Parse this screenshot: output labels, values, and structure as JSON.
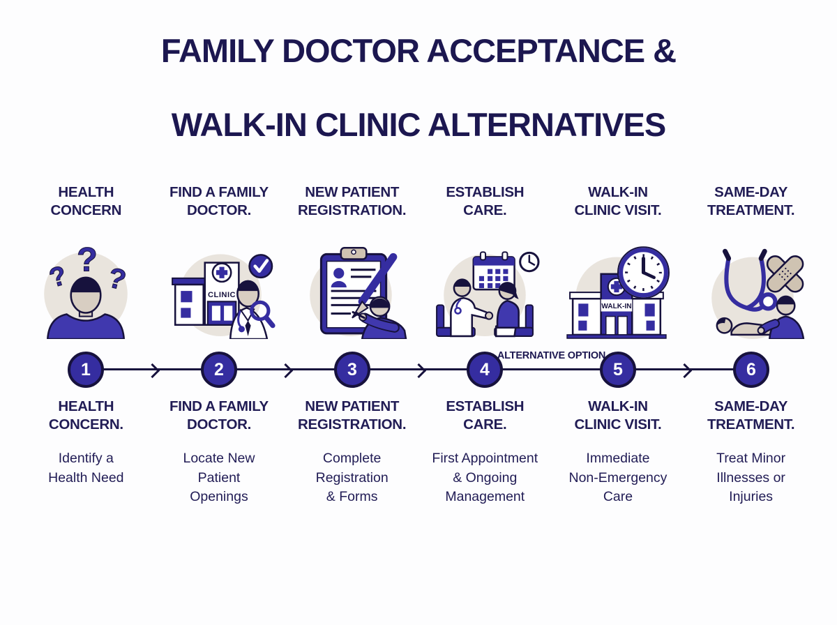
{
  "title": {
    "line1": "FAMILY DOCTOR ACCEPTANCE &",
    "line2": "WALK-IN CLINIC ALTERNATIVES"
  },
  "timeline": {
    "alternative_option_label": "ALTERNATIVE OPTION"
  },
  "steps": [
    {
      "number": "1",
      "icon": "confused-person",
      "top_label": "HEALTH\nCONCERN",
      "bottom_label": "HEALTH\nCONCERN.",
      "description": "Identify a\nHealth Need"
    },
    {
      "number": "2",
      "icon": "clinic-doctor-search",
      "icon_text": "CLINIC",
      "top_label": "FIND A FAMILY\nDOCTOR.",
      "bottom_label": "FIND A FAMILY\nDOCTOR.",
      "description": "Locate New\nPatient\nOpenings"
    },
    {
      "number": "3",
      "icon": "registration-clipboard",
      "top_label": "NEW PATIENT\nREGISTRATION.",
      "bottom_label": "NEW PATIENT\nREGISTRATION.",
      "description": "Complete\nRegistration\n& Forms"
    },
    {
      "number": "4",
      "icon": "doctor-patient-appointment",
      "top_label": "ESTABLISH\nCARE.",
      "bottom_label": "ESTABLISH\nCARE.",
      "description": "First Appointment\n& Ongoing\nManagement"
    },
    {
      "number": "5",
      "icon": "walk-in-clinic-clock",
      "icon_text": "WALK-IN",
      "top_label": "WALK-IN\nCLINIC VISIT.",
      "bottom_label": "WALK-IN\nCLINIC VISIT.",
      "description": "Immediate\nNon-Emergency\nCare"
    },
    {
      "number": "6",
      "icon": "same-day-treatment",
      "top_label": "SAME-DAY\nTREATMENT.",
      "bottom_label": "SAME-DAY\nTREATMENT.",
      "description": "Treat Minor\nIllnesses or\nInjuries"
    }
  ],
  "colors": {
    "navy": "#17123d",
    "text_navy": "#211c55",
    "indigo": "#352da0",
    "shirt_blue": "#4038ae",
    "icon_background": "#e9e4dd",
    "skin": "#d8cec2",
    "bandage_beige": "#cfc3b2",
    "page_background": "#fdfdfe"
  }
}
